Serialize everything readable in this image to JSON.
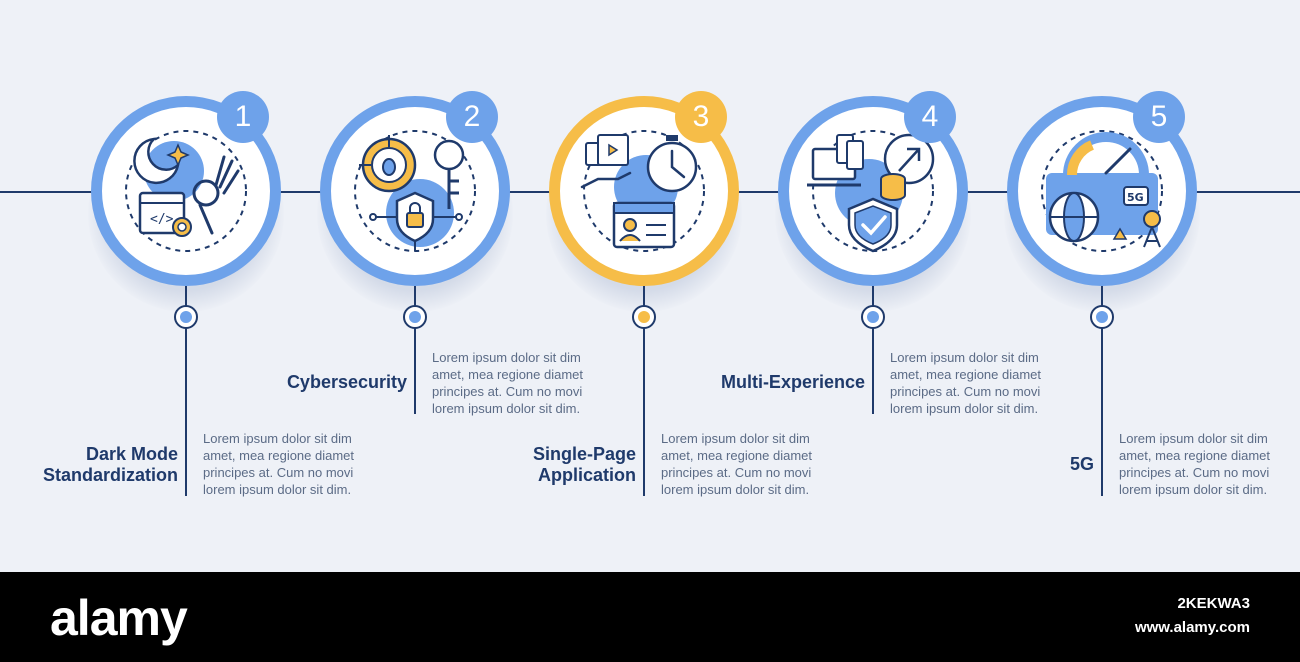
{
  "steps": [
    {
      "number": "1",
      "title": "Dark Mode\nStandardization",
      "description": "Lorem ipsum dolor sit dim amet, mea regione diamet principes at. Cum no movi lorem ipsum dolor sit dim.",
      "accent": "#6ea2ea",
      "icon": "dark-mode-icon"
    },
    {
      "number": "2",
      "title": "Cybersecurity",
      "description": "Lorem ipsum dolor sit dim amet, mea regione diamet principes at. Cum no movi lorem ipsum dolor sit dim.",
      "accent": "#6ea2ea",
      "icon": "cybersecurity-icon"
    },
    {
      "number": "3",
      "title": "Single-Page\nApplication",
      "description": "Lorem ipsum dolor sit dim amet, mea regione diamet principes at. Cum no movi lorem ipsum dolor sit dim.",
      "accent": "#f6bd48",
      "icon": "single-page-app-icon"
    },
    {
      "number": "4",
      "title": "Multi-Experience",
      "description": "Lorem ipsum dolor sit dim amet, mea regione diamet principes at. Cum no movi lorem ipsum dolor sit dim.",
      "accent": "#6ea2ea",
      "icon": "multi-experience-icon"
    },
    {
      "number": "5",
      "title": "5G",
      "description": "Lorem ipsum dolor sit dim amet, mea regione diamet principes at. Cum no movi lorem ipsum dolor sit dim.",
      "accent": "#6ea2ea",
      "icon": "5g-network-icon"
    }
  ],
  "icon_labels": {
    "code": "</>",
    "network": "5G"
  },
  "colors": {
    "navy": "#1f3a6b",
    "blue": "#6ea2ea",
    "gold": "#f6bd48",
    "background": "#eef1f7",
    "text": "#5b6b86"
  },
  "footer": {
    "logo": "alamy",
    "image_id": "2KEKWA3",
    "site": "www.alamy.com"
  }
}
